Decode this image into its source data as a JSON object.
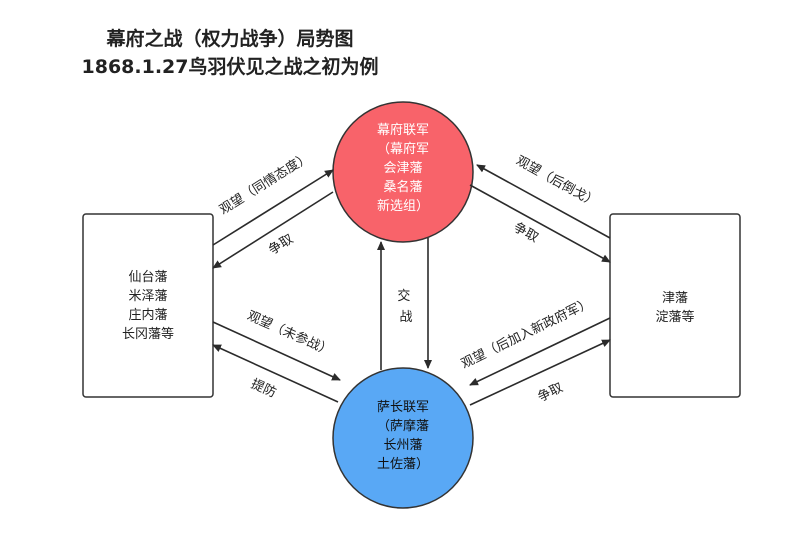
{
  "title": {
    "line1": "幕府之战（权力战争）局势图",
    "line2": "1868.1.27鸟羽伏见之战之初为例"
  },
  "nodes": {
    "shogunate": {
      "lines": [
        "幕府联军",
        "（幕府军",
        "会津藩",
        "桑名藩",
        "新选组）"
      ],
      "color": "#f8636a"
    },
    "satcho": {
      "lines": [
        "萨长联军",
        "（萨摩藩",
        "长州藩",
        "土佐藩）"
      ],
      "color": "#59a8f5"
    },
    "left": {
      "lines": [
        "仙台藩",
        "米泽藩",
        "庄内藩",
        "长冈藩等"
      ]
    },
    "right": {
      "lines": [
        "津藩",
        "淀藩等"
      ]
    }
  },
  "edges": {
    "left_to_shogunate": "观望（同情态度）",
    "shogunate_to_left": "争取",
    "left_to_satcho": "观望（未参战）",
    "satcho_to_left": "提防",
    "shogunate_satcho": "交战",
    "right_to_shogunate": "观望（后倒戈）",
    "shogunate_to_right": "争取",
    "right_to_satcho": "观望（后加入新政府军）",
    "satcho_to_right": "争取"
  }
}
